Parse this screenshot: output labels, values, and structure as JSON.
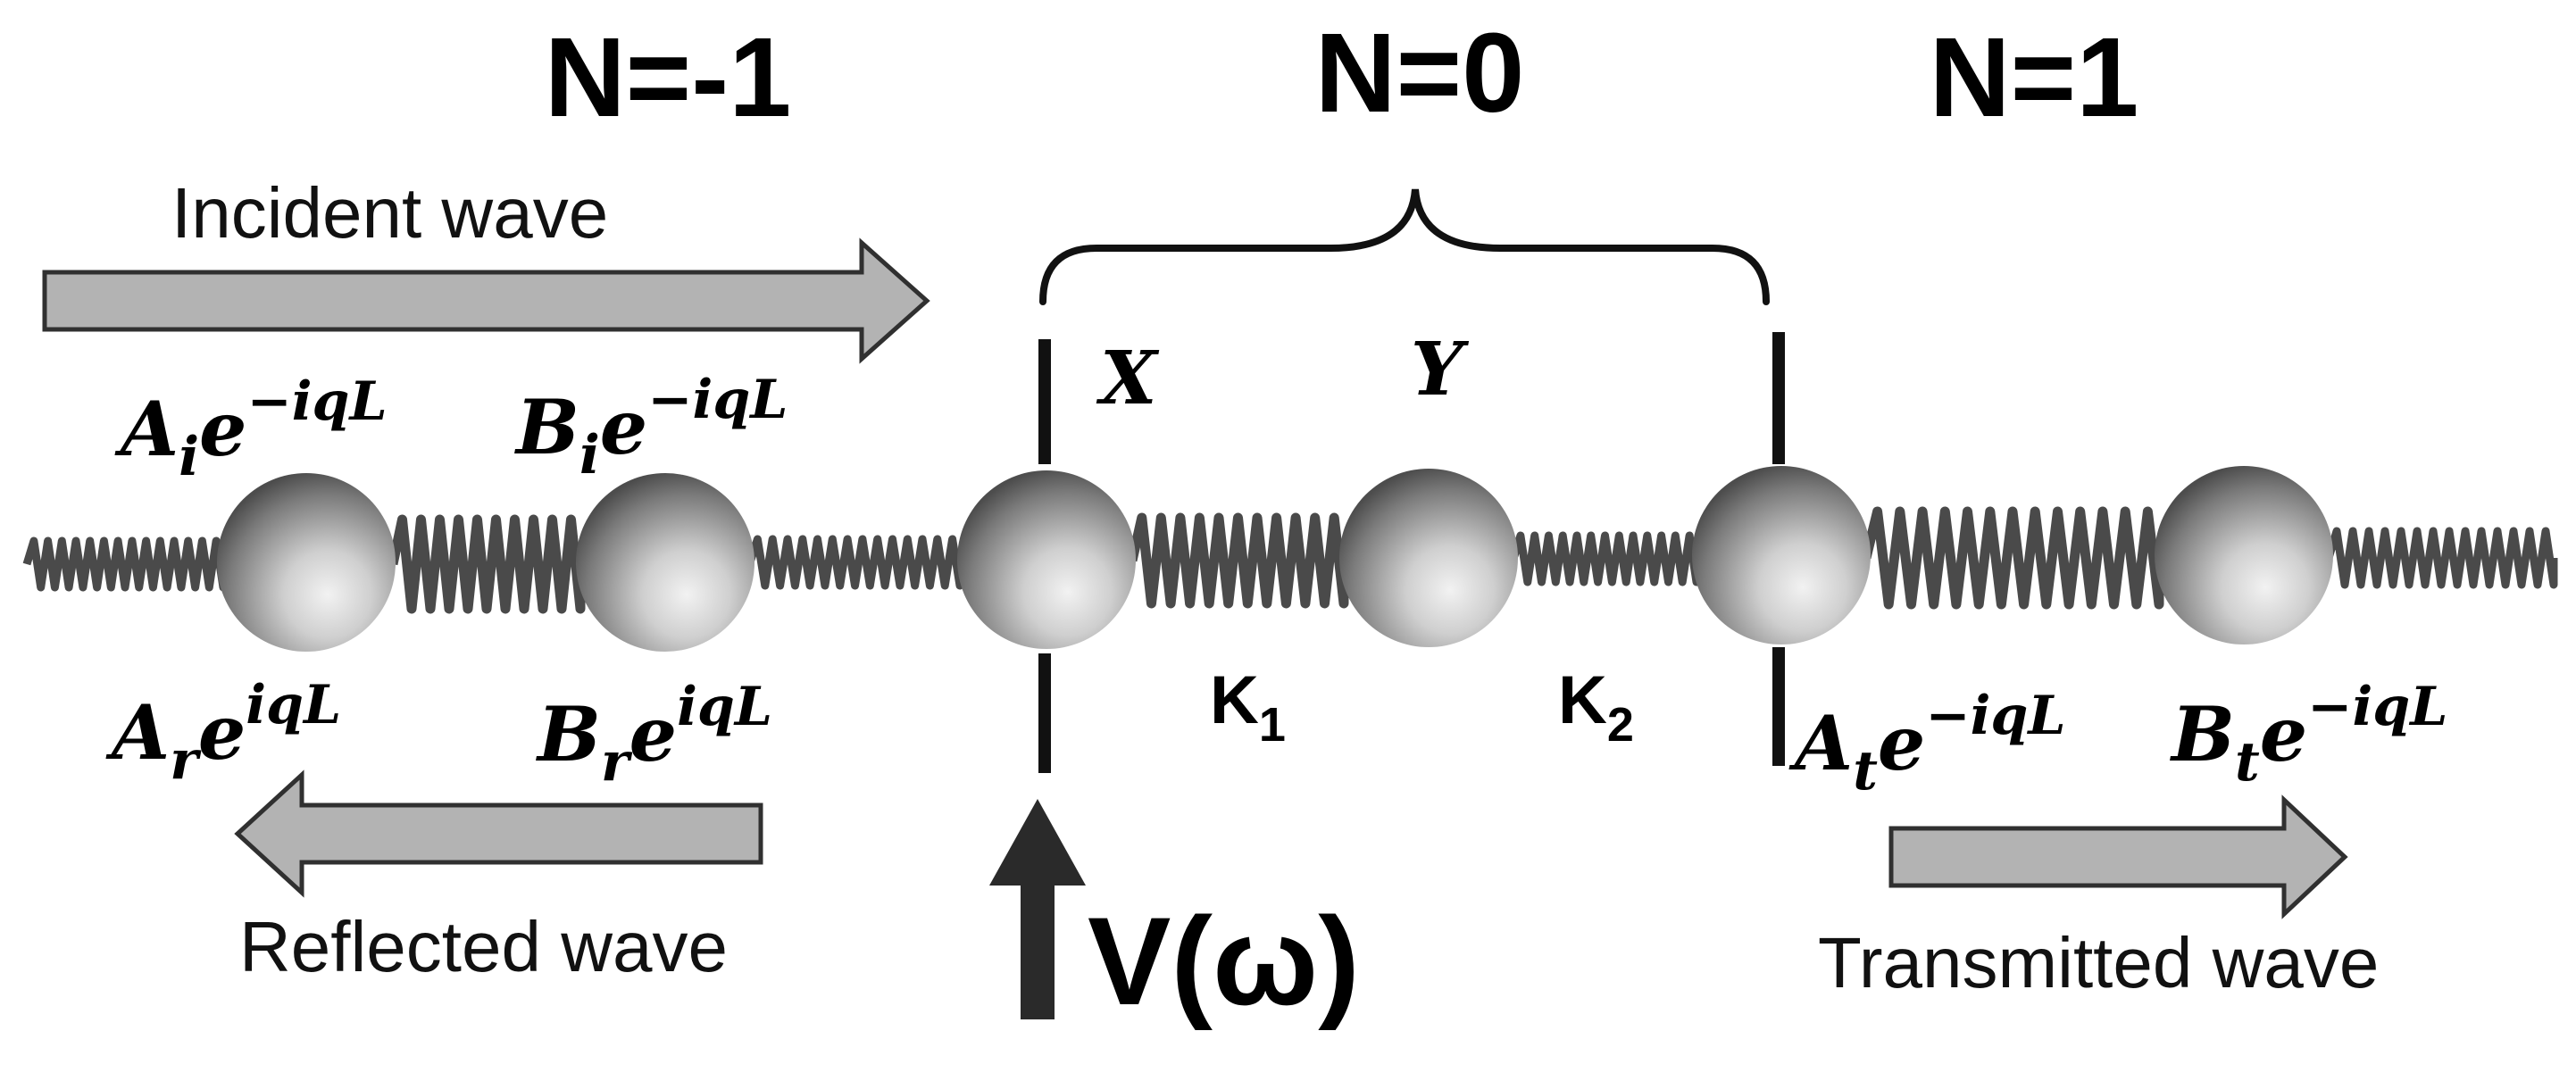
{
  "cells": {
    "left": "N=-1",
    "center": "N=0",
    "right": "N=1"
  },
  "waves": {
    "incident": "Incident wave",
    "reflected": "Reflected wave",
    "transmitted": "Transmitted wave"
  },
  "amplitudes": {
    "incident_a": {
      "base": "A",
      "sub": "i",
      "exp": "e",
      "sup": "−iqL"
    },
    "incident_b": {
      "base": "B",
      "sub": "i",
      "exp": "e",
      "sup": "−iqL"
    },
    "reflected_a": {
      "base": "A",
      "sub": "r",
      "exp": "e",
      "sup": "iqL"
    },
    "reflected_b": {
      "base": "B",
      "sub": "r",
      "exp": "e",
      "sup": "iqL"
    },
    "transmitted_a": {
      "base": "A",
      "sub": "t",
      "exp": "e",
      "sup": "−iqL"
    },
    "transmitted_b": {
      "base": "B",
      "sub": "t",
      "exp": "e",
      "sup": "−iqL"
    }
  },
  "displacements": {
    "x": "X",
    "y": "Y"
  },
  "springs": {
    "k1": {
      "base": "K",
      "sub": "1"
    },
    "k2": {
      "base": "K",
      "sub": "2"
    }
  },
  "drive": {
    "label": "V(ω)"
  },
  "colors": {
    "arrow_fill": "#b3b3b3",
    "arrow_stroke": "#303030",
    "drive_arrow": "#2a2a2a",
    "spring": "#4a4a4a",
    "atom_light": "#f2f2f2",
    "atom_dark": "#4d4d4d"
  }
}
